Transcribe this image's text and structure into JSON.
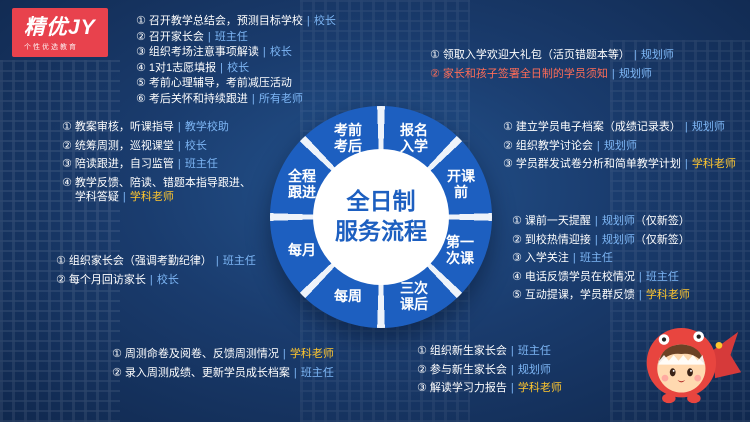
{
  "logo": {
    "title": "精优JY",
    "tagline": "个性优选教育"
  },
  "center": {
    "title": "全日制\n服务流程"
  },
  "ring": [
    {
      "label": "报名\n入学"
    },
    {
      "label": "开课前"
    },
    {
      "label": "第一\n次课"
    },
    {
      "label": "三次\n课后"
    },
    {
      "label": "每周"
    },
    {
      "label": "每月"
    },
    {
      "label": "全程\n跟进"
    },
    {
      "label": "考前\n考后"
    }
  ],
  "sections": {
    "pre_post_exam": {
      "items": [
        {
          "num": "①",
          "text": "召开教学总结会，预测目标学校",
          "role": "校长"
        },
        {
          "num": "②",
          "text": "召开家长会",
          "role": "班主任"
        },
        {
          "num": "③",
          "text": "组织考场注意事项解读",
          "role": "校长"
        },
        {
          "num": "④",
          "text": "1对1志愿填报",
          "role": "校长"
        },
        {
          "num": "⑤",
          "text": "考前心理辅导，考前减压活动"
        },
        {
          "num": "⑥",
          "text": "考后关怀和持续跟进",
          "role": "所有老师"
        }
      ]
    },
    "enrollment": {
      "items": [
        {
          "num": "①",
          "text": "领取入学欢迎大礼包（活页错题本等）",
          "role": "规划师"
        },
        {
          "num": "②",
          "text": "家长和孩子签署全日制的学员须知",
          "role": "规划师",
          "text_style": "red"
        }
      ]
    },
    "before_class": {
      "items": [
        {
          "num": "①",
          "text": "建立学员电子档案（成绩记录表）",
          "role": "规划师"
        },
        {
          "num": "②",
          "text": "组织教学讨论会",
          "role": "规划师"
        },
        {
          "num": "③",
          "text": "学员群发试卷分析和简单教学计划",
          "role": "学科老师",
          "role_style": "yellow"
        }
      ]
    },
    "first_class": {
      "items": [
        {
          "num": "①",
          "text": "课前一天提醒",
          "role": "规划师",
          "suffix": "（仅新签）"
        },
        {
          "num": "②",
          "text": "到校热情迎接",
          "role": "规划师",
          "suffix": "（仅新签）"
        },
        {
          "num": "③",
          "text": "入学关注",
          "role": "班主任"
        },
        {
          "num": "④",
          "text": "电话反馈学员在校情况",
          "role": "班主任"
        },
        {
          "num": "⑤",
          "text": "互动提课，学员群反馈",
          "role": "学科老师",
          "role_style": "yellow"
        }
      ]
    },
    "after_three_classes": {
      "items": [
        {
          "num": "①",
          "text": "组织新生家长会",
          "role": "班主任"
        },
        {
          "num": "②",
          "text": "参与新生家长会",
          "role": "规划师"
        },
        {
          "num": "③",
          "text": "解读学习力报告",
          "role": "学科老师",
          "role_style": "yellow"
        }
      ]
    },
    "weekly": {
      "items": [
        {
          "num": "①",
          "text": "周测命卷及阅卷、反馈周测情况",
          "role": "学科老师",
          "role_style": "yellow"
        },
        {
          "num": "②",
          "text": "录入周测成绩、更新学员成长档案",
          "role": "班主任"
        }
      ]
    },
    "monthly": {
      "items": [
        {
          "num": "①",
          "text": "组织家长会（强调考勤纪律）",
          "role": "班主任"
        },
        {
          "num": "②",
          "text": "每个月回访家长",
          "role": "校长"
        }
      ]
    },
    "whole_process": {
      "items": [
        {
          "num": "①",
          "text": "教案审核，听课指导",
          "role": "教学校助"
        },
        {
          "num": "②",
          "text": "统筹周测，巡视课堂",
          "role": "校长"
        },
        {
          "num": "③",
          "text": "陪读跟进，自习监管",
          "role": "班主任"
        },
        {
          "num": "④",
          "text": "教学反馈、陪读、错题本指导跟进、学科答疑",
          "role": "学科老师",
          "role_style": "yellow"
        }
      ]
    }
  },
  "colors": {
    "ring_blue": "#1d5fc0",
    "role_blue": "#7db6f5",
    "role_yellow": "#ffc62e",
    "highlight_red": "#ff6c57",
    "logo_red": "#e8424d",
    "bg_dark": "#1a3c6e"
  }
}
